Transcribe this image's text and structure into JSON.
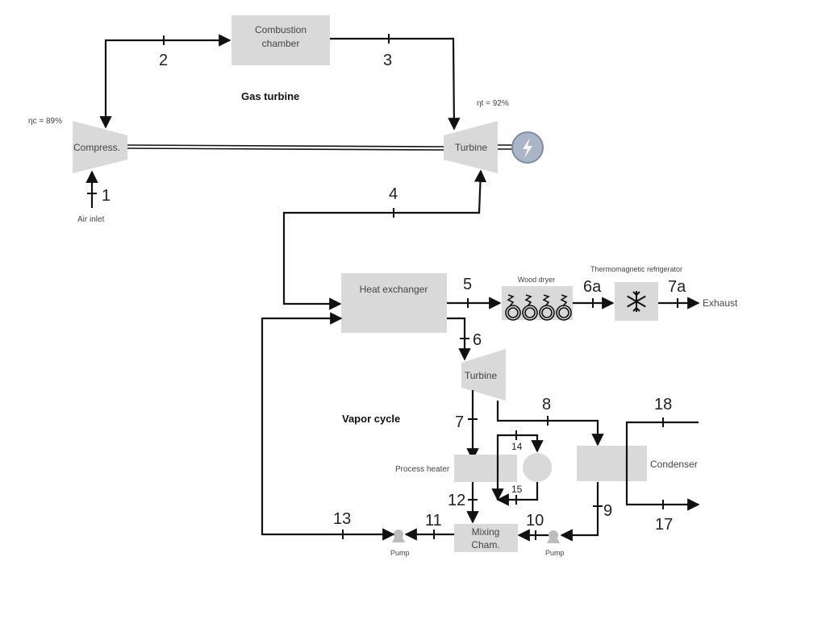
{
  "sections": {
    "gas_turbine": "Gas turbine",
    "vapor_cycle": "Vapor cycle"
  },
  "components": {
    "combustion_line1": "Combustion",
    "combustion_line2": "chamber",
    "compressor": "Compress.",
    "gas_turbine": "Turbine",
    "heat_exchanger": "Heat exchanger",
    "wood_dryer": "Wood dryer",
    "refrigerator": "Thermomagnetic refrigerator",
    "steam_turbine": "Turbine",
    "process_heater": "Process heater",
    "condenser": "Condenser",
    "mixing_line1": "Mixing",
    "mixing_line2": "Cham.",
    "pump_left": "Pump",
    "pump_right": "Pump"
  },
  "efficiencies": {
    "compressor": "ηc = 89%",
    "turbine": "ηt = 92%"
  },
  "streams": {
    "air_inlet": "Air inlet",
    "exhaust": "Exhaust"
  },
  "states": {
    "s1": "1",
    "s2": "2",
    "s3": "3",
    "s4": "4",
    "s5": "5",
    "s6": "6",
    "s6a": "6a",
    "s7": "7",
    "s7a": "7a",
    "s8": "8",
    "s9": "9",
    "s10": "10",
    "s11": "11",
    "s12": "12",
    "s13": "13",
    "s14": "14",
    "s15": "15",
    "s17": "17",
    "s18": "18"
  },
  "icons": {
    "generator": "lightning-bolt-icon",
    "refrigerator": "snowflake-icon",
    "pump": "pump-icon",
    "dryer": "heating-coil-icon"
  },
  "colors": {
    "component_fill": "#d9d9d9",
    "line": "#111111",
    "generator_fill": "#aab6c8"
  }
}
